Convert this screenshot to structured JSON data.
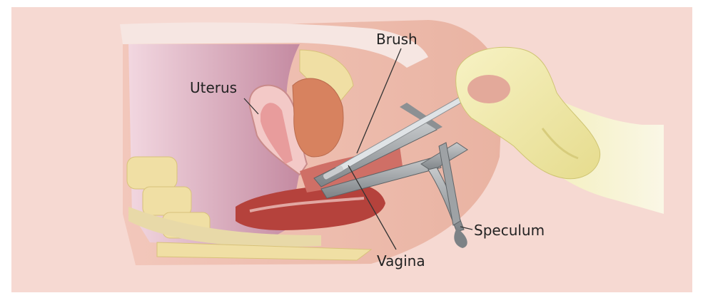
{
  "labels": {
    "uterus": "Uterus",
    "brush": "Brush",
    "speculum": "Speculum",
    "vagina": "Vagina"
  },
  "colors": {
    "background": "#f6d9d2",
    "skin": "#eeb9a6",
    "uterus_fill": "#d7a9b9",
    "bone": "#f0dfa4",
    "glove": "#f3eeb0",
    "metal": "#8c9093",
    "tissue_red": "#b5423c",
    "leader_line": "#333333"
  }
}
